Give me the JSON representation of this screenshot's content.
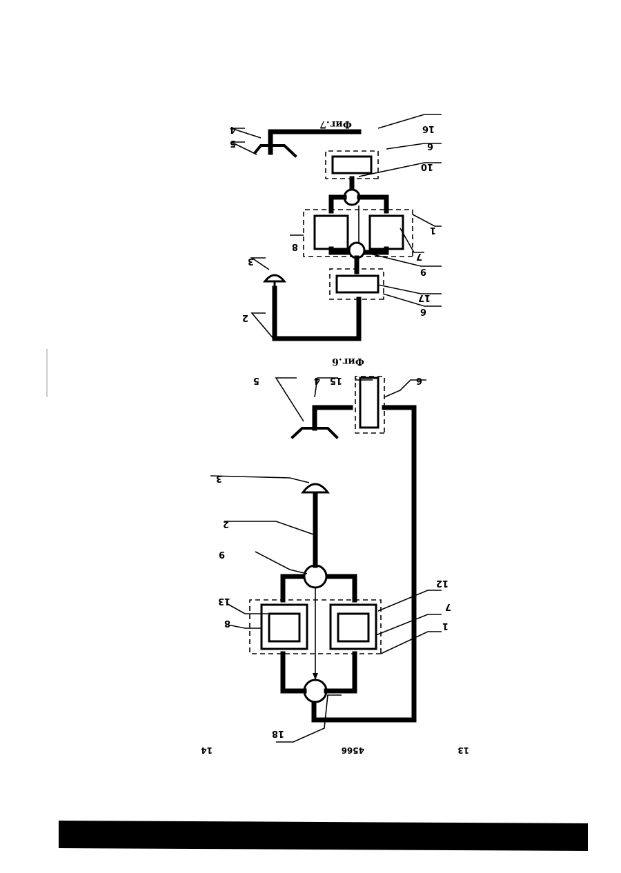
{
  "figure_6": {
    "caption": "Фиг.6",
    "labels": {
      "n1": "1",
      "n2": "2",
      "n3": "3",
      "n4": "4",
      "n5": "5",
      "n6": "6",
      "n7": "7",
      "n8": "8",
      "n9": "9",
      "n12": "12",
      "n13": "13",
      "n15": "15",
      "n18": "18"
    }
  },
  "figure_7": {
    "caption": "Фиг.7",
    "labels": {
      "n1": "1",
      "n2": "2",
      "n3": "3",
      "n4": "4",
      "n5": "5",
      "n6a": "6",
      "n6b": "6",
      "n7": "7",
      "n8": "8",
      "n9": "9",
      "n10": "10",
      "n16": "16",
      "n17": "17"
    }
  },
  "page": {
    "left_number": "13",
    "center_number": "4566",
    "right_number": "14"
  }
}
